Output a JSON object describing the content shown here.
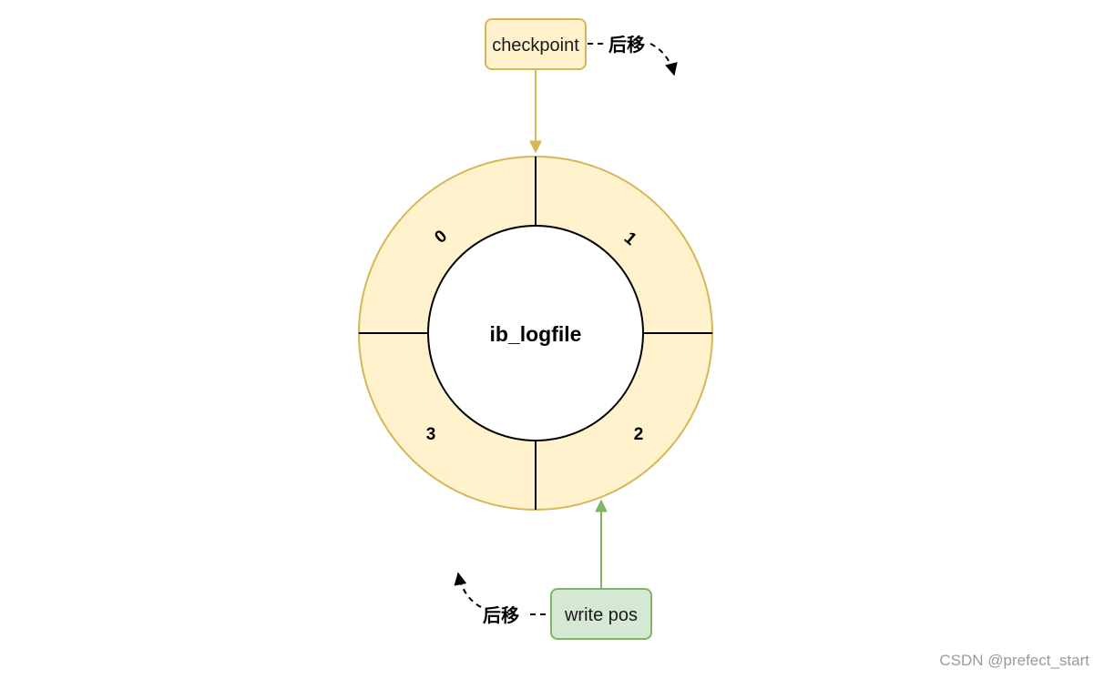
{
  "diagram": {
    "center_label": "ib_logfile",
    "segments": [
      "0",
      "1",
      "2",
      "3"
    ],
    "checkpoint": {
      "label": "checkpoint",
      "move_label": "后移"
    },
    "write_pos": {
      "label": "write pos",
      "move_label": "后移"
    }
  },
  "colors": {
    "ring_fill": "#fff2cc",
    "ring_stroke": "#d6b656",
    "checkpoint_fill": "#fff2cc",
    "checkpoint_stroke": "#d6b656",
    "write_pos_fill": "#d5e8d4",
    "write_pos_stroke": "#82b366",
    "checkpoint_arrow": "#d6b656",
    "write_pos_arrow": "#82b366"
  },
  "watermark": "CSDN @prefect_start"
}
